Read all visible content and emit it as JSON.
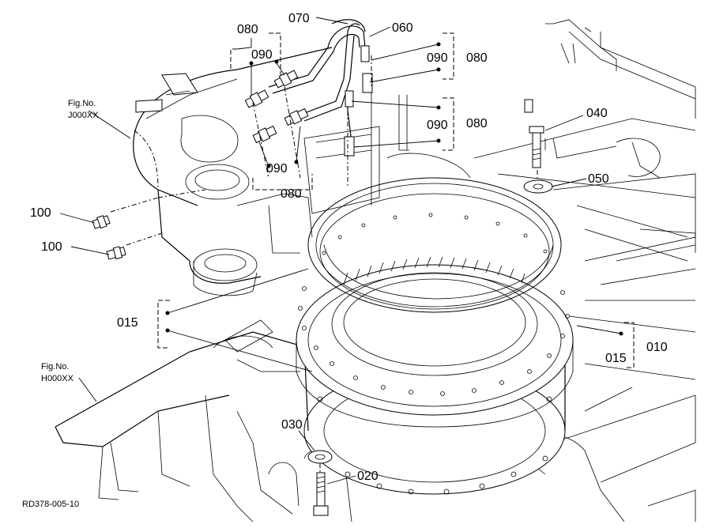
{
  "figure_code": "RD378-005-10",
  "fig_refs": [
    {
      "line1": "Fig.No.",
      "line2": "J000XX"
    },
    {
      "line1": "Fig.No.",
      "line2": "H000XX"
    }
  ],
  "callouts": {
    "c070": "070",
    "c060": "060",
    "c080_a": "080",
    "c090_a": "090",
    "c090_b": "090",
    "c080_b": "080",
    "c090_c": "090",
    "c080_c": "080",
    "c040": "040",
    "c090_d": "090",
    "c080_d": "080",
    "c050": "050",
    "c100_a": "100",
    "c100_b": "100",
    "c015_a": "015",
    "c015_b": "015",
    "c010": "010",
    "c030": "030",
    "c020": "020"
  }
}
